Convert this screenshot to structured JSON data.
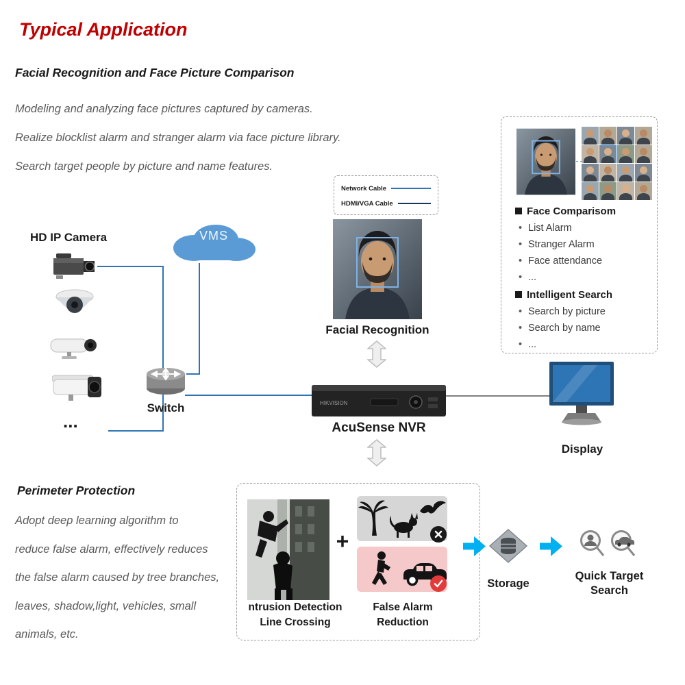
{
  "page": {
    "title": "Typical Application"
  },
  "facial_section": {
    "heading": "Facial Recognition and Face Picture Comparison",
    "desc_lines": [
      "Modeling and analyzing face pictures captured by cameras.",
      "Realize blocklist alarm and stranger alarm via face picture library.",
      "Search target people by picture and name features."
    ]
  },
  "legend": {
    "network_cable": "Network Cable",
    "hdmi_vga_cable": "HDMI/VGA Cable"
  },
  "diagram": {
    "hd_ip_camera_label": "HD IP Camera",
    "cameras_ellipsis": "...",
    "vms_label": "VMS",
    "switch_label": "Switch",
    "facial_recognition_label": "Facial Recognition",
    "nvr_label": "AcuSense NVR",
    "nvr_brand": "HIKVISION",
    "display_label": "Display"
  },
  "face_panel": {
    "face_comparison_title": "Face Comparisom",
    "face_comparison_items": [
      "List Alarm",
      "Stranger Alarm",
      "Face attendance",
      "..."
    ],
    "intelligent_search_title": "Intelligent Search",
    "intelligent_search_items": [
      "Search by picture",
      "Search by name",
      "..."
    ]
  },
  "perimeter_section": {
    "heading": "Perimeter Protection",
    "desc_lines": [
      "Adopt deep learning algorithm to",
      "reduce false alarm, effectively reduces",
      "the false alarm caused by tree branches,",
      "leaves, shadow,light, vehicles, small",
      "animals, etc."
    ]
  },
  "perimeter_box": {
    "plus_sign": "+",
    "intrusion_label_line1": "ntrusion Detection",
    "intrusion_label_line2": "Line Crossing",
    "false_alarm_label_line1": "False Alarm",
    "false_alarm_label_line2": "Reduction"
  },
  "flow": {
    "storage_label": "Storage",
    "quick_target_line1": "Quick Target",
    "quick_target_line2": "Search"
  },
  "colors": {
    "title_red": "#C00000",
    "heading_dark": "#1A1A1A",
    "body_gray": "#595959",
    "network_blue": "#2E74B5",
    "hdmi_navy": "#17365D",
    "cloud_blue": "#5B9BD5",
    "flow_blue": "#00B0F0",
    "monitor_blue": "#2E75B6",
    "alarm_pink": "#F5C9C9",
    "check_red": "#E23B3B"
  }
}
